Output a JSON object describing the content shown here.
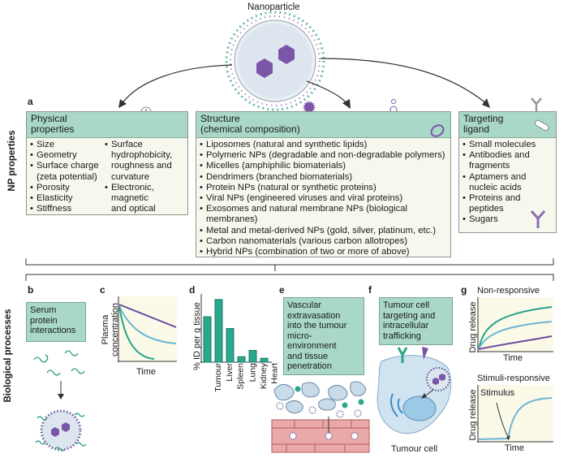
{
  "nanoparticle_label": "Nanoparticle",
  "left_rail": {
    "top": "NP properties",
    "bottom": "Biological processes"
  },
  "panel_a": {
    "letter": "a",
    "physical": {
      "title_line1": "Physical",
      "title_line2": "properties",
      "col1": [
        "Size",
        "Geometry",
        "Surface charge",
        "(zeta potential)",
        "Porosity",
        "Elasticity",
        "Stiffness"
      ],
      "col2": [
        "Surface",
        "hydrophobicity,",
        "roughness and",
        "curvature",
        "Electronic,",
        "magnetic",
        "and optical"
      ]
    },
    "structure": {
      "title_line1": "Structure",
      "title_line2": "(chemical composition)",
      "items": [
        "Liposomes (natural and synthetic lipids)",
        "Polymeric NPs (degradable and non-degradable polymers)",
        "Micelles (amphiphilic biomaterials)",
        "Dendrimers (branched biomaterials)",
        "Protein NPs (natural or synthetic proteins)",
        "Viral NPs (engineered viruses and viral proteins)",
        "Exosomes and natural membrane NPs (biological",
        "membranes)",
        "Metal and metal-derived NPs (gold, silver, platinum, etc.)",
        "Carbon nanomaterials (various carbon allotropes)",
        "Hybrid NPs (combination of two or more of above)"
      ]
    },
    "targeting": {
      "title_line1": "Targeting",
      "title_line2": "ligand",
      "items": [
        "Small molecules",
        "Antibodies and",
        "fragments",
        "Aptamers and",
        "nucleic acids",
        "Proteins and",
        "peptides",
        "Sugars"
      ]
    }
  },
  "panel_b": {
    "letter": "b",
    "box": [
      "Serum",
      "protein",
      "interactions"
    ]
  },
  "panel_c": {
    "letter": "c",
    "ylabel_line1": "Plasma",
    "ylabel_line2": "concentration",
    "xlabel": "Time",
    "colors": {
      "dark": "#6a4c9c",
      "mid": "#69b7d6",
      "teal": "#25a389"
    }
  },
  "panel_d": {
    "letter": "d",
    "ylabel": "% ID per g tissue",
    "color": "#2aa88d"
  },
  "panel_e": {
    "letter": "e",
    "box": [
      "Vascular",
      "extravasation",
      "into the tumour",
      "micro-",
      "environment",
      "and tissue",
      "penetration"
    ]
  },
  "panel_f": {
    "letter": "f",
    "box": [
      "Tumour cell",
      "targeting and",
      "intracellular",
      "trafficking"
    ],
    "cell_label": "Tumour cell"
  },
  "panel_g": {
    "letter": "g",
    "top": {
      "title": "Non-responsive",
      "ylabel": "Drug release",
      "xlabel": "Time"
    },
    "bottom": {
      "title": "Stimuli-responsive",
      "ylabel": "Drug release",
      "xlabel": "Time",
      "annotation": "Stimulus"
    }
  },
  "chart_data": {
    "type": "bar",
    "categories": [
      "Tumour",
      "Liver",
      "Spleen",
      "Lung",
      "Kidney",
      "Heart"
    ],
    "values": [
      58,
      80,
      43,
      7,
      15,
      5
    ],
    "ylabel": "% ID per g tissue",
    "ylim": [
      0,
      85
    ]
  }
}
